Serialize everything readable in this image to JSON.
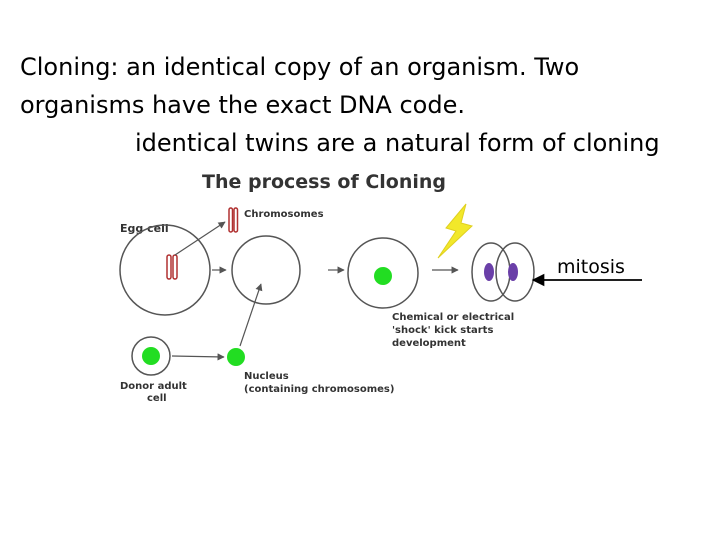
{
  "slide": {
    "line1": "Cloning: an identical copy of an organism.  Two",
    "line2": "organisms have the exact DNA code.",
    "line3": "identical twins are a natural form of cloning"
  },
  "diagram": {
    "title": "The process of Cloning",
    "egg_cell": "Egg cell",
    "chromosomes": "Chromosomes",
    "donor_line1": "Donor adult",
    "donor_line2": "cell",
    "nucleus_line1": "Nucleus",
    "nucleus_line2": "(containing chromosomes)",
    "shock_line1": "Chemical or electrical",
    "shock_line2": "'shock' kick starts",
    "shock_line3": "development",
    "mitosis": "mitosis"
  },
  "colors": {
    "nucleus_green": "#22dd22",
    "twin_nucleus_purple": "#6a3fa8",
    "chromosome_red": "#b03030",
    "lightning_yellow": "#f2e82a",
    "outline": "#555555"
  }
}
